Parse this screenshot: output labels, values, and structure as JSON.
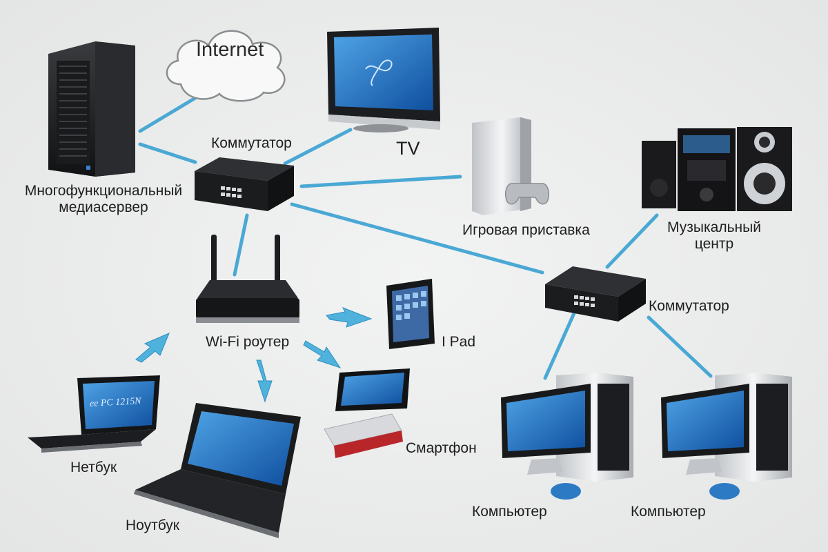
{
  "nodes": {
    "internet": "Internet",
    "tv": "TV",
    "switch_top": "Коммутатор",
    "media_server": [
      "Многофункциональный",
      "медиасервер"
    ],
    "game_console": "Игровая приставка",
    "music_center": [
      "Музыкальный",
      "центр"
    ],
    "switch_right": "Коммутатор",
    "wifi_router": "Wi-Fi роутер",
    "ipad": "I Pad",
    "netbook": "Нетбук",
    "notebook": "Ноутбук",
    "smartphone": "Смартфон",
    "computer_1": "Компьютер",
    "computer_2": "Компьютер"
  },
  "device_text": {
    "netbook_screen": "ee PC 1215N"
  },
  "colors": {
    "wire": "#4aa8d4",
    "wireless": "#4fb2dc",
    "device_dark": "#1c1c1e",
    "screen_blue": "#1f6fbf"
  }
}
